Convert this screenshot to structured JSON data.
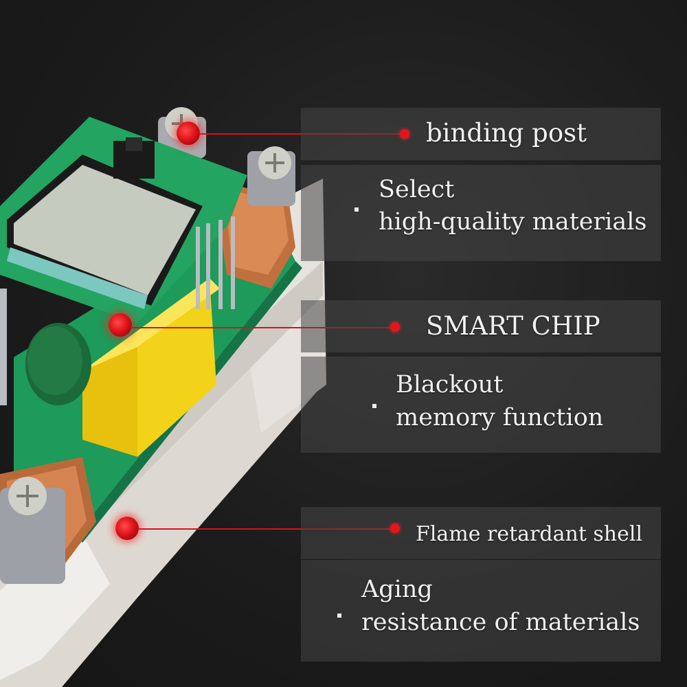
{
  "features": [
    {
      "title": "binding post",
      "description": [
        "Select",
        "high-quality materials"
      ]
    },
    {
      "title": "SMART CHIP",
      "description": [
        "Blackout",
        "memory function"
      ]
    },
    {
      "title": "Flame retardant shell",
      "description": [
        "Aging",
        "resistance of materials"
      ]
    }
  ],
  "colors": {
    "accent": "#e8141b",
    "background": "#1c1c1c",
    "panel": "#474747",
    "pcb": "#1e9a5a",
    "relay": "#f3d21a",
    "shell": "#e9e6e1"
  },
  "icons": [
    "callout-marker",
    "bullet-square"
  ]
}
